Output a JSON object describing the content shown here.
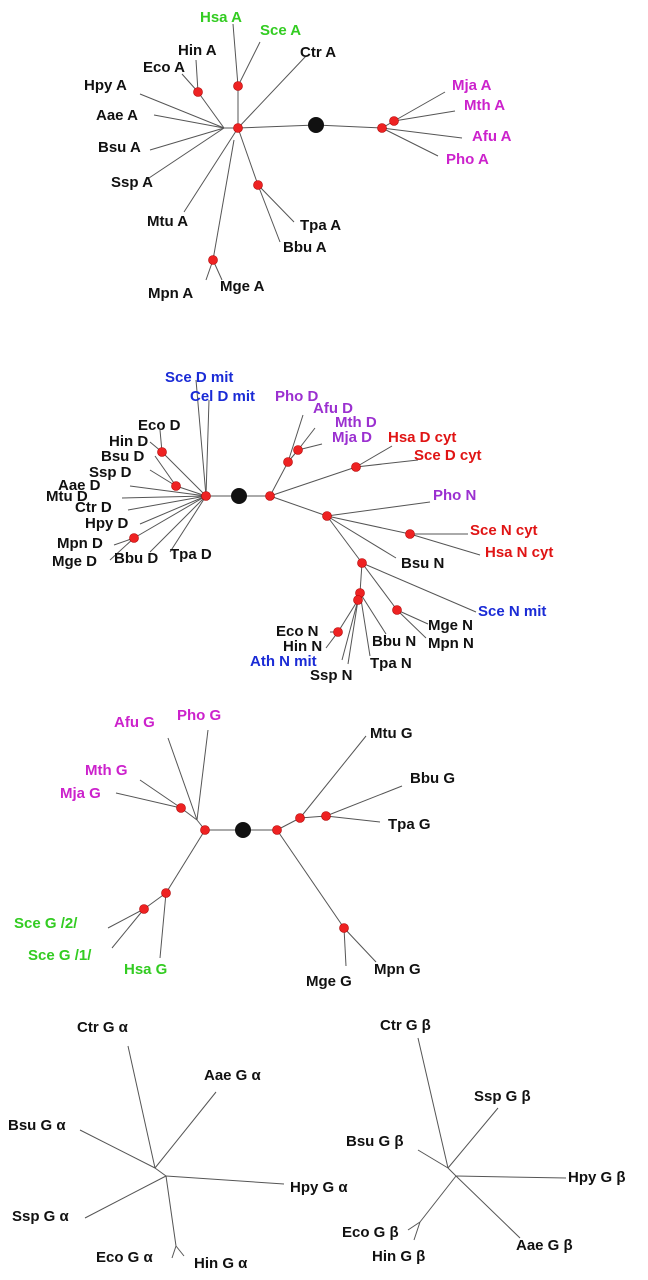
{
  "colors": {
    "black": "#111111",
    "green": "#33cc22",
    "magenta": "#cc22cc",
    "blue": "#1a2bd6",
    "red": "#e01414",
    "purple": "#9b30d0",
    "node": "#ee2222",
    "root": "#111111",
    "branch": "#555555"
  },
  "trees": [
    {
      "id": "tree-a",
      "labels": [
        {
          "id": "hsa-a",
          "text": "Hsa A",
          "color": "green"
        },
        {
          "id": "sce-a",
          "text": "Sce A",
          "color": "green"
        },
        {
          "id": "hin-a",
          "text": "Hin A",
          "color": "black"
        },
        {
          "id": "eco-a",
          "text": "Eco A",
          "color": "black"
        },
        {
          "id": "ctr-a",
          "text": "Ctr A",
          "color": "black"
        },
        {
          "id": "hpy-a",
          "text": "Hpy A",
          "color": "black"
        },
        {
          "id": "aae-a",
          "text": "Aae A",
          "color": "black"
        },
        {
          "id": "bsu-a",
          "text": "Bsu A",
          "color": "black"
        },
        {
          "id": "ssp-a",
          "text": "Ssp A",
          "color": "black"
        },
        {
          "id": "mtu-a",
          "text": "Mtu A",
          "color": "black"
        },
        {
          "id": "tpa-a",
          "text": "Tpa A",
          "color": "black"
        },
        {
          "id": "bbu-a",
          "text": "Bbu A",
          "color": "black"
        },
        {
          "id": "mpn-a",
          "text": "Mpn A",
          "color": "black"
        },
        {
          "id": "mge-a",
          "text": "Mge A",
          "color": "black"
        },
        {
          "id": "mja-a",
          "text": "Mja A",
          "color": "magenta"
        },
        {
          "id": "mth-a",
          "text": "Mth A",
          "color": "magenta"
        },
        {
          "id": "afu-a",
          "text": "Afu A",
          "color": "magenta"
        },
        {
          "id": "pho-a",
          "text": "Pho A",
          "color": "magenta"
        }
      ]
    },
    {
      "id": "tree-dn",
      "labels": [
        {
          "id": "sce-d-mit",
          "text": "Sce D mit",
          "color": "blue"
        },
        {
          "id": "cel-d-mit",
          "text": "Cel D mit",
          "color": "blue"
        },
        {
          "id": "pho-d",
          "text": "Pho D",
          "color": "purple"
        },
        {
          "id": "afu-d",
          "text": "Afu D",
          "color": "purple"
        },
        {
          "id": "mth-d",
          "text": "Mth D",
          "color": "purple"
        },
        {
          "id": "mja-d",
          "text": "Mja D",
          "color": "purple"
        },
        {
          "id": "hsa-d-cyt",
          "text": "Hsa D cyt",
          "color": "red"
        },
        {
          "id": "sce-d-cyt",
          "text": "Sce D cyt",
          "color": "red"
        },
        {
          "id": "eco-d",
          "text": "Eco D",
          "color": "black"
        },
        {
          "id": "hin-d",
          "text": "Hin D",
          "color": "black"
        },
        {
          "id": "bsu-d",
          "text": "Bsu D",
          "color": "black"
        },
        {
          "id": "ssp-d",
          "text": "Ssp D",
          "color": "black"
        },
        {
          "id": "aae-d",
          "text": "Aae D",
          "color": "black"
        },
        {
          "id": "mtu-d",
          "text": "Mtu D",
          "color": "black"
        },
        {
          "id": "ctr-d",
          "text": "Ctr D",
          "color": "black"
        },
        {
          "id": "hpy-d",
          "text": "Hpy D",
          "color": "black"
        },
        {
          "id": "mpn-d",
          "text": "Mpn D",
          "color": "black"
        },
        {
          "id": "mge-d",
          "text": "Mge D",
          "color": "black"
        },
        {
          "id": "bbu-d",
          "text": "Bbu D",
          "color": "black"
        },
        {
          "id": "tpa-d",
          "text": "Tpa D",
          "color": "black"
        },
        {
          "id": "pho-n",
          "text": "Pho N",
          "color": "purple"
        },
        {
          "id": "sce-n-cyt",
          "text": "Sce N cyt",
          "color": "red"
        },
        {
          "id": "hsa-n-cyt",
          "text": "Hsa N cyt",
          "color": "red"
        },
        {
          "id": "bsu-n",
          "text": "Bsu N",
          "color": "black"
        },
        {
          "id": "sce-n-mit",
          "text": "Sce N mit",
          "color": "blue"
        },
        {
          "id": "mge-n",
          "text": "Mge N",
          "color": "black"
        },
        {
          "id": "mpn-n",
          "text": "Mpn N",
          "color": "black"
        },
        {
          "id": "bbu-n",
          "text": "Bbu N",
          "color": "black"
        },
        {
          "id": "eco-n",
          "text": "Eco N",
          "color": "black"
        },
        {
          "id": "hin-n",
          "text": "Hin N",
          "color": "black"
        },
        {
          "id": "ath-n-mit",
          "text": "Ath N mit",
          "color": "blue"
        },
        {
          "id": "ssp-n",
          "text": "Ssp N",
          "color": "black"
        },
        {
          "id": "tpa-n",
          "text": "Tpa N",
          "color": "black"
        }
      ]
    },
    {
      "id": "tree-g",
      "labels": [
        {
          "id": "afu-g",
          "text": "Afu G",
          "color": "magenta"
        },
        {
          "id": "pho-g",
          "text": "Pho G",
          "color": "magenta"
        },
        {
          "id": "mth-g",
          "text": "Mth G",
          "color": "magenta"
        },
        {
          "id": "mja-g",
          "text": "Mja G",
          "color": "magenta"
        },
        {
          "id": "mtu-g",
          "text": "Mtu G",
          "color": "black"
        },
        {
          "id": "bbu-g",
          "text": "Bbu G",
          "color": "black"
        },
        {
          "id": "tpa-g",
          "text": "Tpa G",
          "color": "black"
        },
        {
          "id": "sce-g-2",
          "text": "Sce G /2/",
          "color": "green"
        },
        {
          "id": "sce-g-1",
          "text": "Sce G /1/",
          "color": "green"
        },
        {
          "id": "hsa-g",
          "text": "Hsa G",
          "color": "green"
        },
        {
          "id": "mge-g",
          "text": "Mge G",
          "color": "black"
        },
        {
          "id": "mpn-g",
          "text": "Mpn G",
          "color": "black"
        }
      ]
    },
    {
      "id": "tree-g-alpha",
      "labels": [
        {
          "id": "ctr-g-alpha",
          "text": "Ctr G α",
          "color": "black"
        },
        {
          "id": "aae-g-alpha",
          "text": "Aae G α",
          "color": "black"
        },
        {
          "id": "bsu-g-alpha",
          "text": "Bsu G α",
          "color": "black"
        },
        {
          "id": "hpy-g-alpha",
          "text": "Hpy G α",
          "color": "black"
        },
        {
          "id": "ssp-g-alpha",
          "text": "Ssp G α",
          "color": "black"
        },
        {
          "id": "eco-g-alpha",
          "text": "Eco G α",
          "color": "black"
        },
        {
          "id": "hin-g-alpha",
          "text": "Hin G α",
          "color": "black"
        }
      ]
    },
    {
      "id": "tree-g-beta",
      "labels": [
        {
          "id": "ctr-g-beta",
          "text": "Ctr G β",
          "color": "black"
        },
        {
          "id": "ssp-g-beta",
          "text": "Ssp G β",
          "color": "black"
        },
        {
          "id": "bsu-g-beta",
          "text": "Bsu G β",
          "color": "black"
        },
        {
          "id": "hpy-g-beta",
          "text": "Hpy G β",
          "color": "black"
        },
        {
          "id": "eco-g-beta",
          "text": "Eco G β",
          "color": "black"
        },
        {
          "id": "hin-g-beta",
          "text": "Hin G β",
          "color": "black"
        },
        {
          "id": "aae-g-beta",
          "text": "Aae G β",
          "color": "black"
        }
      ]
    }
  ]
}
